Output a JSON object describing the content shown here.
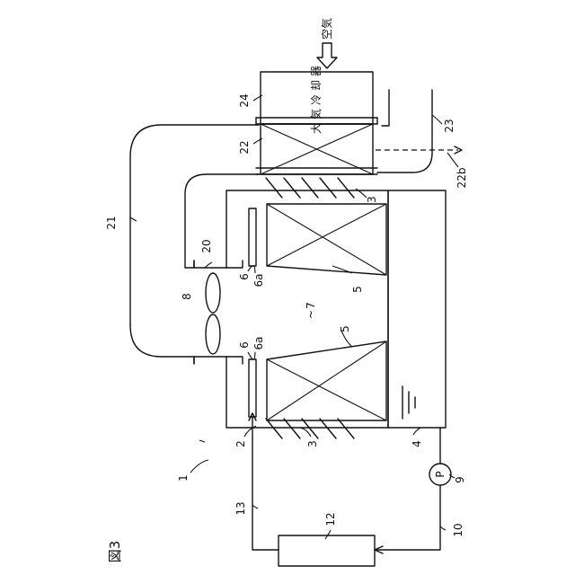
{
  "figure_label": "図3",
  "air_label": "空気",
  "cooler_label": "大気冷却器",
  "callouts": {
    "system": "1",
    "casing": "2",
    "louver_top": "3",
    "louver_bottom": "3",
    "basin": "4",
    "fill_top": "5",
    "fill_bottom": "5",
    "spray_top": "6",
    "spray_top_a": "6a",
    "spray_bottom": "6",
    "spray_bottom_a": "6a",
    "interior": "7",
    "fan": "8",
    "pump": "9",
    "return_pipe": "10",
    "load": "12",
    "supply_pipe": "13",
    "fan_stack": "20",
    "duct": "21",
    "heat_exchanger": "22",
    "outlet": "22b",
    "outlet_pipe": "23",
    "atmospheric_cooler": "24"
  },
  "pump_symbol": "P",
  "interior_symbol": "~",
  "colors": {
    "line": "#111111",
    "background": "#ffffff"
  }
}
